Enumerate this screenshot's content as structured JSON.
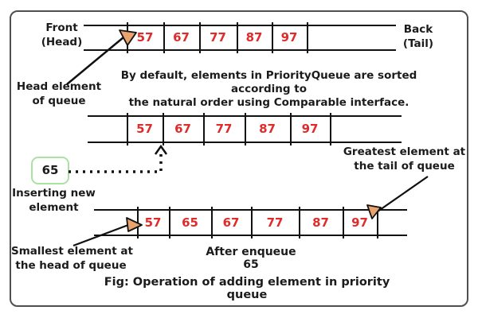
{
  "colors": {
    "number_red": "#e02b2b",
    "arrow_orange": "#e9a36f",
    "green_border": "#abe2a4",
    "frame_gray": "#4f4f4f",
    "line_black": "#111111"
  },
  "queue1": {
    "front_label": {
      "line1": "Front",
      "line2": "(Head)"
    },
    "back_label": {
      "line1": "Back",
      "line2": "(Tail)"
    },
    "values": [
      "57",
      "67",
      "77",
      "87",
      "97"
    ],
    "head_pointer_label": {
      "line1": "Head element",
      "line2": "of queue"
    }
  },
  "description": {
    "line1": "By default, elements in PriorityQueue are sorted according to",
    "line2": "the natural order using Comparable interface."
  },
  "queue2": {
    "values": [
      "57",
      "67",
      "77",
      "87",
      "97"
    ]
  },
  "insert": {
    "value": "65",
    "label": {
      "line1": "Inserting new",
      "line2": "element"
    }
  },
  "tail_note": {
    "line1": "Greatest element at",
    "line2": "the tail of queue"
  },
  "queue3": {
    "values": [
      "57",
      "65",
      "67",
      "77",
      "87",
      "97"
    ]
  },
  "head_note": {
    "line1": "Smallest element at",
    "line2": "the head of queue"
  },
  "after_text": "After enqueue 65",
  "caption": "Fig: Operation of adding element in priority queue"
}
